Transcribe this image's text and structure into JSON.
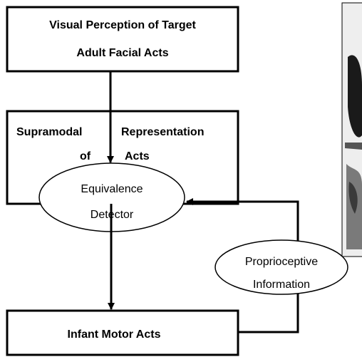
{
  "boxes": {
    "perception": {
      "line1": "Visual Perception of Target",
      "line2": "Adult Facial Acts"
    },
    "supramodal": {
      "word1": "Supramodal",
      "word2": "Representation",
      "word3": "of",
      "word4": "Acts"
    },
    "motor": {
      "label": "Infant Motor Acts"
    }
  },
  "ellipses": {
    "equivalence": {
      "line1": "Equivalence",
      "line2": "Detector"
    },
    "proprioceptive": {
      "line1": "Proprioceptive",
      "line2": "Information"
    }
  },
  "colors": {
    "stroke": "#000000",
    "background": "#ffffff",
    "photo_bg": "#f2f2f2"
  }
}
